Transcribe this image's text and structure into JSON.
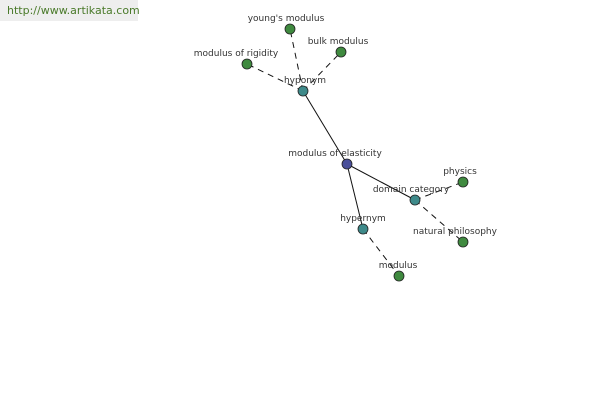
{
  "watermark": "http://www.artikata.com",
  "colors": {
    "center": "#4a4f9a",
    "relation": "#3e8a8a",
    "leaf": "#3f8a3f",
    "edge": "#111111"
  },
  "graph": {
    "nodes": [
      {
        "id": "center",
        "label": "modulus of elasticity",
        "kind": "center"
      },
      {
        "id": "hyponym",
        "label": "hyponym",
        "kind": "relation"
      },
      {
        "id": "hypernym",
        "label": "hypernym",
        "kind": "relation"
      },
      {
        "id": "domain",
        "label": "domain category",
        "kind": "relation"
      },
      {
        "id": "youngs",
        "label": "young's modulus",
        "kind": "leaf"
      },
      {
        "id": "bulk",
        "label": "bulk modulus",
        "kind": "leaf"
      },
      {
        "id": "rigidity",
        "label": "modulus of rigidity",
        "kind": "leaf"
      },
      {
        "id": "physics",
        "label": "physics",
        "kind": "leaf"
      },
      {
        "id": "natphil",
        "label": "natural philosophy",
        "kind": "leaf"
      },
      {
        "id": "modulus",
        "label": "modulus",
        "kind": "leaf"
      }
    ],
    "edges": [
      {
        "from": "center",
        "to": "hyponym",
        "style": "solid"
      },
      {
        "from": "center",
        "to": "hypernym",
        "style": "solid"
      },
      {
        "from": "center",
        "to": "domain",
        "style": "solid"
      },
      {
        "from": "hyponym",
        "to": "youngs",
        "style": "dashed"
      },
      {
        "from": "hyponym",
        "to": "bulk",
        "style": "dashed"
      },
      {
        "from": "hyponym",
        "to": "rigidity",
        "style": "dashed"
      },
      {
        "from": "domain",
        "to": "physics",
        "style": "dashed"
      },
      {
        "from": "domain",
        "to": "natphil",
        "style": "dashed"
      },
      {
        "from": "hypernym",
        "to": "modulus",
        "style": "dashed"
      }
    ]
  }
}
